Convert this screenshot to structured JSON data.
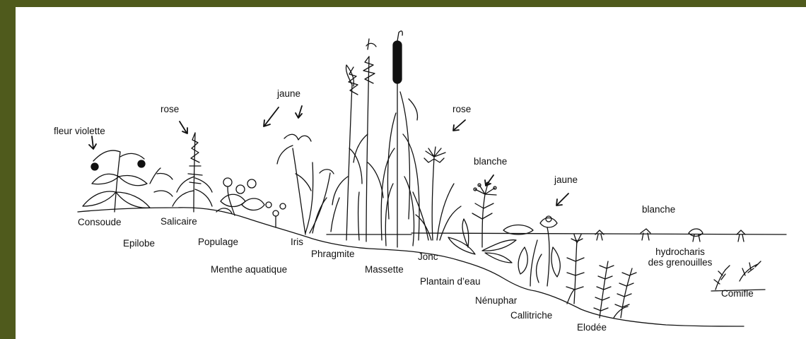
{
  "plant_labels": {
    "consoude": "Consoude",
    "epilobe": "Epilobe",
    "salicaire": "Salicaire",
    "populage": "Populage",
    "menthe": "Menthe aquatique",
    "iris": "Iris",
    "phragmite": "Phragmite",
    "massette": "Massette",
    "jonc": "Jonc",
    "plantain": "Plantain d’eau",
    "nenuphar": "Nénuphar",
    "callitriche": "Callitriche",
    "elodee": "Elodée",
    "hydrocharis_line1": "hydrocharis",
    "hydrocharis_line2": "des grenouilles",
    "cornifle": "Comifle"
  },
  "flower_colors": {
    "consoude": "fleur violette",
    "salicaire": "rose",
    "iris": "jaune",
    "jonc": "rose",
    "plantain": "blanche",
    "nenuphar": "jaune",
    "hydrocharis": "blanche"
  },
  "colors": {
    "border": "#4f5a1c",
    "ink": "#111111",
    "paper": "#ffffff"
  }
}
